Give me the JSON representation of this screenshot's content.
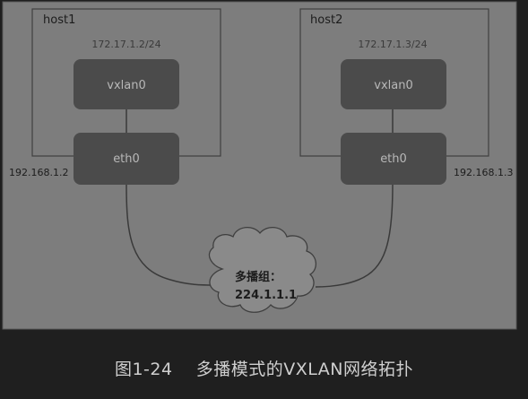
{
  "hosts": [
    {
      "label": "host1",
      "vxlan_label": "vxlan0",
      "vxlan_ip": "172.17.1.2/24",
      "eth_label": "eth0",
      "eth_ip": "192.168.1.2"
    },
    {
      "label": "host2",
      "vxlan_label": "vxlan0",
      "vxlan_ip": "172.17.1.3/24",
      "eth_label": "eth0",
      "eth_ip": "192.168.1.3"
    }
  ],
  "multicast": {
    "line1": "多播组：",
    "line2": "224.1.1.1"
  },
  "caption": {
    "figure_number": "图1-24",
    "title": "多播模式的VXLAN网络拓扑"
  },
  "colors": {
    "page_background": "#1f1f1f",
    "panel_background": "#7d7d7d",
    "node_fill": "#4b4b4b",
    "line_color": "#3a3a3a",
    "cloud_fill": "#8a8a8a",
    "text_dark": "#1c1c1c",
    "text_light": "#b8b8b8",
    "caption_text": "#cfcfcf"
  }
}
